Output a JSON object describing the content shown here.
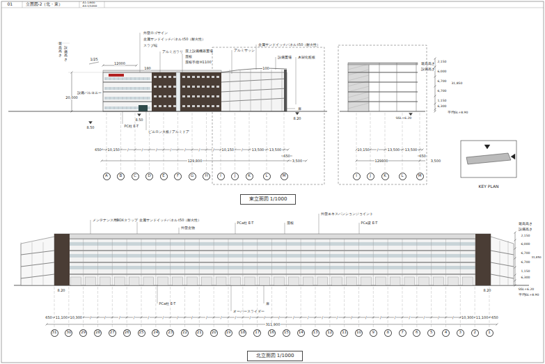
{
  "diagram": {
    "nodes": [
      {
        "text": [
          "A"
        ]
      },
      {
        "text": [
          "B"
        ]
      },
      {
        "text": [
          "C"
        ]
      },
      {
        "text": [
          "D"
        ]
      },
      {
        "text": [
          "E"
        ]
      },
      {
        "text": [
          "F"
        ]
      },
      {
        "text": [
          "G"
        ]
      },
      {
        "text": [
          "H"
        ]
      },
      {
        "text": [
          "I"
        ]
      },
      {
        "text": [
          "J"
        ]
      },
      {
        "text": [
          "K"
        ]
      },
      {
        "text": [
          "L"
        ]
      },
      {
        "text": [
          "M"
        ]
      },
      {
        "text": [
          "I"
        ]
      },
      {
        "text": [
          "J"
        ]
      },
      {
        "text": [
          "K"
        ]
      },
      {
        "text": [
          "L"
        ]
      },
      {
        "text": [
          "M"
        ]
      },
      {
        "text": [
          "東立面図 1/1000"
        ]
      },
      {
        "text": [
          "31"
        ]
      },
      {
        "text": [
          "30"
        ]
      },
      {
        "text": [
          "29"
        ]
      },
      {
        "text": [
          "28"
        ]
      },
      {
        "text": [
          "27"
        ]
      },
      {
        "text": [
          "26"
        ]
      },
      {
        "text": [
          "25"
        ]
      },
      {
        "text": [
          "24"
        ]
      },
      {
        "text": [
          "23"
        ]
      },
      {
        "text": [
          "22"
        ]
      },
      {
        "text": [
          "21"
        ]
      },
      {
        "text": [
          "20"
        ]
      },
      {
        "text": [
          "19"
        ]
      },
      {
        "text": [
          "18"
        ]
      },
      {
        "text": [
          "17"
        ]
      },
      {
        "text": [
          "16"
        ]
      },
      {
        "text": [
          "15"
        ]
      },
      {
        "text": [
          "14"
        ]
      },
      {
        "text": [
          "13"
        ]
      },
      {
        "text": [
          "12"
        ]
      },
      {
        "text": [
          "11"
        ]
      },
      {
        "text": [
          "10"
        ]
      },
      {
        "text": [
          "9"
        ]
      },
      {
        "text": [
          "8"
        ]
      },
      {
        "text": [
          "7"
        ]
      },
      {
        "text": [
          "6"
        ]
      },
      {
        "text": [
          "5"
        ]
      },
      {
        "text": [
          "4"
        ]
      },
      {
        "text": [
          "3"
        ]
      },
      {
        "text": [
          "2"
        ]
      },
      {
        "text": [
          "1"
        ]
      },
      {
        "text": [
          "北立面図 1/1000"
        ]
      }
    ],
    "labels": [
      "01",
      "立面図-2（北・東）",
      "A1:1/600",
      "A3:1/1200",
      "外壁ロゴサイン",
      "金属サンドイッチパネル t50（耐火性）",
      "スラブ端",
      "アルミガラリ",
      "屋上設備機器置場",
      "屋根",
      "屋根手摺 H1100",
      "アルミサッシ",
      "金属サンドイッチパネル t50（耐火性）",
      "設備置場",
      "木製化粧板",
      "最高高さ",
      "設備高さ",
      "1/25",
      "12000",
      "180",
      "100",
      "設備バルコニー",
      "20,000",
      "8.50",
      "8.50",
      "PC柱 E-T",
      "ビニロン大板 / アルミドア",
      "扉",
      "8.20",
      "650",
      "10,150",
      "/",
      "/",
      "/",
      "/",
      "/",
      "/",
      "/",
      "10,150",
      "/",
      "13,500",
      "13,500",
      "650",
      "129,800",
      "3,500",
      "最高高さ",
      "設備高さ",
      "2,150",
      "6,000",
      "6,700",
      "6,700",
      "1,150",
      "6,300",
      "31,850",
      "平均GL+8.90",
      "SGL+6.20",
      "10,150",
      "/",
      "13,500",
      "13,500",
      "650",
      "129800",
      "3,500",
      "KEY PLAN",
      "メンテナンス用BOXタラップ",
      "金属サンドイッチパネル t50（耐火性）",
      "外壁金物",
      "PCa柱 E-T",
      "屋根",
      "外壁エキスパンションジョイント",
      "PCa梁 E-T",
      "PCa柱 E-T",
      "オーバースライダー",
      "扉",
      "8.20",
      "8.20",
      "最高高さ",
      "設備高さ",
      "2,150",
      "6,000",
      "6,700",
      "6,700",
      "1,150",
      "6,300",
      "31,850",
      "SGL+6.20",
      "平均GL+8.90",
      "650",
      "11,100",
      "10,300",
      "/",
      "/",
      "/",
      "/",
      "/",
      "/",
      "/",
      "/",
      "/",
      "/",
      "/",
      "/",
      "/",
      "/",
      "/",
      "/",
      "/",
      "/",
      "/",
      "/",
      "/",
      "/",
      "/",
      "/",
      "/",
      "/",
      "10,300",
      "11,100",
      "650",
      "311,900"
    ]
  }
}
